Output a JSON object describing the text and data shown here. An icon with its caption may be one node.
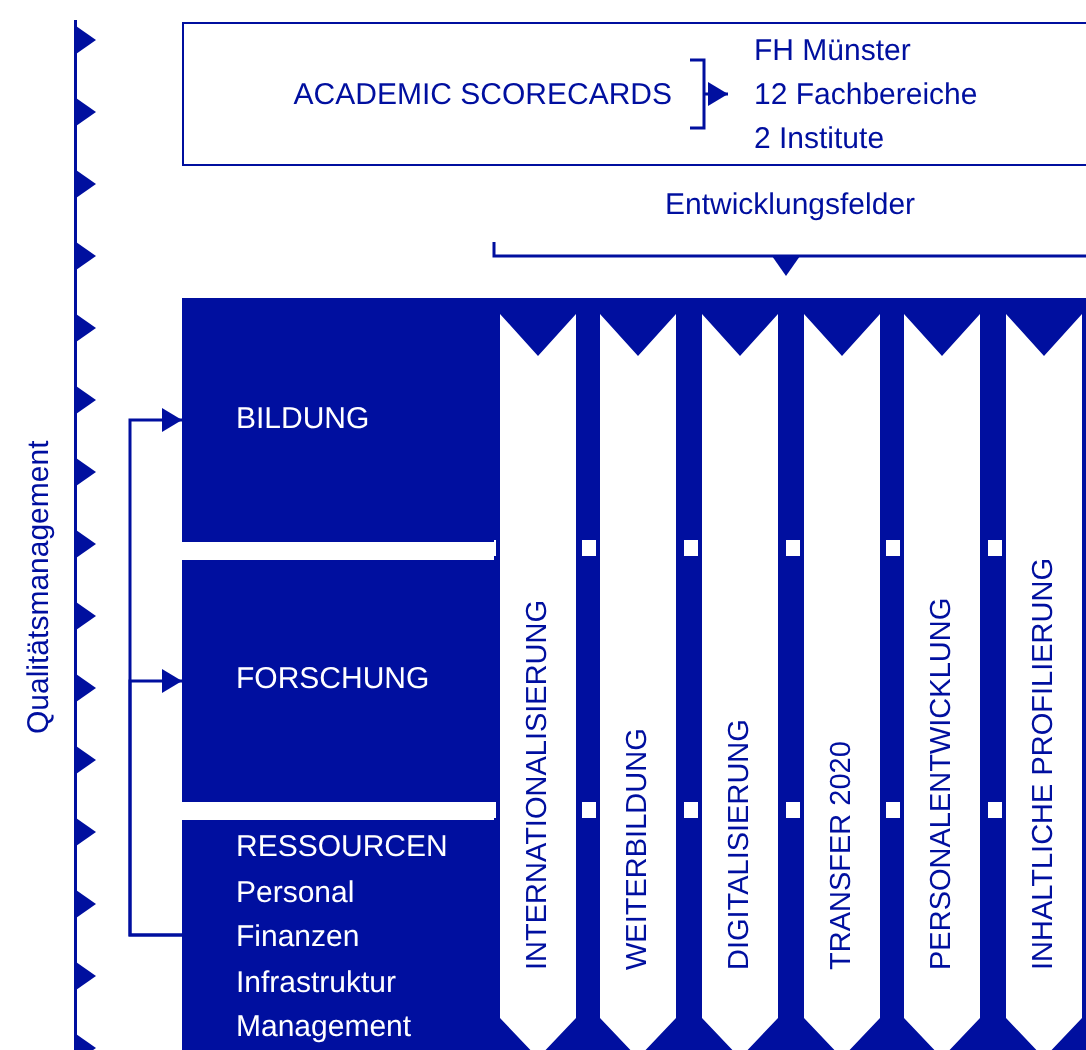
{
  "diagram": {
    "nodes": [
      {
        "text": [],
        "shape": "box"
      },
      {
        "text": [
          "ACADEMIC SCORECARDS"
        ],
        "in": 0
      },
      {
        "text": [
          "FH Münster",
          "12 Fachbereiche",
          "2 Institute"
        ],
        "in": 0
      },
      {
        "text": [
          "BILDUNG"
        ]
      },
      {
        "text": [
          "FORSCHUNG"
        ]
      },
      {
        "text": [
          "RESSOURCEN",
          "Personal",
          "Finanzen",
          "Infrastruktur",
          "Management"
        ]
      },
      {
        "text": [
          "INTERNATIONALISIERUNG"
        ]
      },
      {
        "text": [
          "WEITERBILDUNG"
        ]
      },
      {
        "text": [
          "DIGITALISIERUNG"
        ]
      },
      {
        "text": [
          "TRANSFER 2020"
        ]
      },
      {
        "text": [
          "PERSONALENTWICKLUNG"
        ]
      },
      {
        "text": [
          "INHALTLICHE PROFILIERUNG"
        ]
      }
    ],
    "edges": [
      {
        "from": 1,
        "to": 2,
        "arrow": "to"
      },
      {
        "from": 5,
        "to": 3,
        "arrow": "to"
      },
      {
        "from": 5,
        "to": 4,
        "arrow": "to"
      }
    ],
    "labels": [
      "Entwicklungsfelder",
      "Qualitätsmanagement"
    ]
  }
}
